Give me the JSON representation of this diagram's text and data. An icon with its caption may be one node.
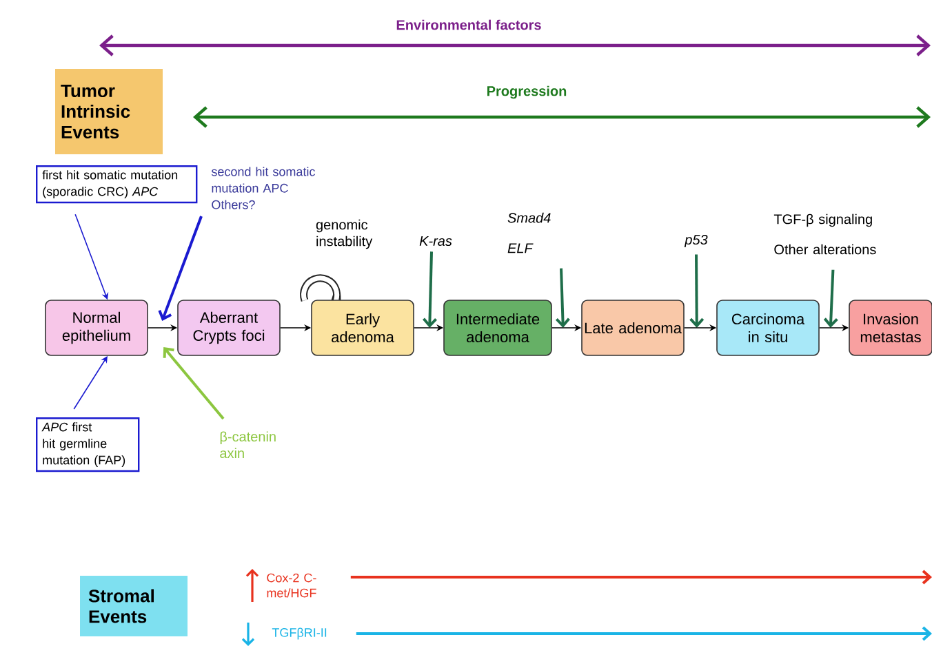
{
  "diagram": {
    "nodes": [
      {
        "text": [
          "Tumor Intrinsic Events"
        ]
      },
      {
        "text": [
          "first hit somatic mutation (sporadic CRC) *APC*"
        ]
      },
      {
        "text": [
          "second hit somatic mutation APC Others?"
        ]
      },
      {
        "text": [
          "K-ras"
        ]
      },
      {
        "text": [
          "Smad4",
          "ELF"
        ]
      },
      {
        "text": [
          "p53"
        ]
      },
      {
        "text": [
          "TGF-β signaling",
          "Other alterations"
        ]
      },
      {
        "text": [
          "Normal epithelium"
        ]
      },
      {
        "text": [
          "Aberrant Crypts foci"
        ]
      },
      {
        "text": [
          "Early adenoma"
        ]
      },
      {
        "text": [
          "Intermediate adenoma"
        ]
      },
      {
        "text": [
          "Late adenoma"
        ]
      },
      {
        "text": [
          "Carcinoma in situ"
        ]
      },
      {
        "text": [
          "Invasion metastas"
        ]
      },
      {
        "text": [
          "*APC* first hit germline mutation (FAP)"
        ]
      },
      {
        "text": [
          "β-catenin axin"
        ]
      },
      {
        "text": [
          "Stromal Events"
        ]
      },
      {
        "text": [
          "Cox-2 C-met/HGF"
        ]
      },
      {
        "text": [
          "TGFβRI-II"
        ]
      }
    ],
    "edges": [
      {
        "from": 1,
        "to": 7,
        "arrow": "to",
        "color": "#1a1ad0"
      },
      {
        "from": 2,
        "to": 8,
        "arrow": "to",
        "color": "#1a1ad0"
      },
      {
        "from": 3,
        "to": 10,
        "arrow": "to",
        "color": "#1f6e4a"
      },
      {
        "from": 4,
        "to": 10,
        "arrow": "to",
        "color": "#1f6e4a"
      },
      {
        "from": 5,
        "to": 11,
        "arrow": "to",
        "color": "#1f6e4a"
      },
      {
        "from": 6,
        "to": 12,
        "arrow": "to",
        "color": "#1f6e4a"
      },
      {
        "from": 7,
        "to": 8,
        "arrow": "to"
      },
      {
        "from": 8,
        "to": 9,
        "arrow": "to"
      },
      {
        "from": 9,
        "to": 10,
        "arrow": "to"
      },
      {
        "from": 10,
        "to": 11,
        "arrow": "to"
      },
      {
        "from": 11,
        "to": 12,
        "arrow": "to"
      },
      {
        "from": 12,
        "to": 13,
        "arrow": "to"
      },
      {
        "from": 14,
        "to": 7,
        "arrow": "to",
        "color": "#1a1ad0"
      },
      {
        "from": 15,
        "to": 8,
        "arrow": "to",
        "color": "#8cc63f"
      },
      {
        "from": 17,
        "to": null,
        "arrow": "to",
        "color": "#e8321e"
      },
      {
        "from": 18,
        "to": null,
        "arrow": "to",
        "color": "#1ab4e6"
      }
    ],
    "labels": [
      "Environmental factors",
      "Progression",
      "genomic instability"
    ]
  }
}
